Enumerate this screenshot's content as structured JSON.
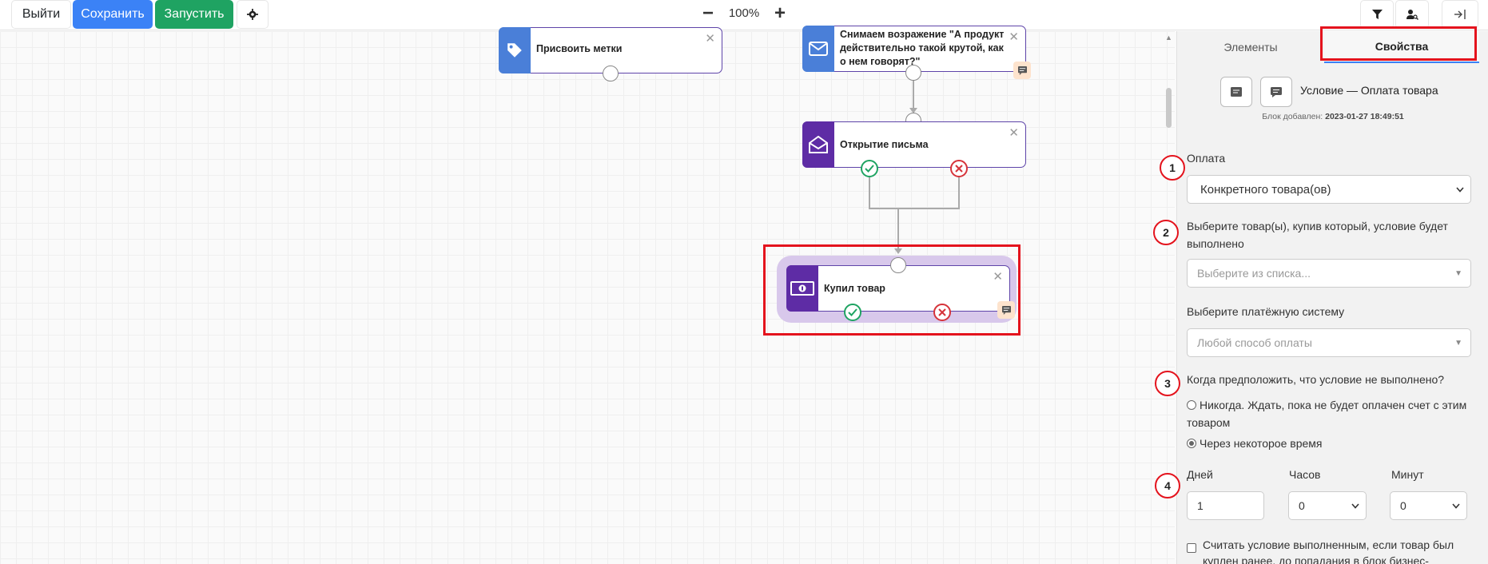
{
  "toolbar": {
    "exit_label": "Выйти",
    "save_label": "Сохранить",
    "run_label": "Запустить",
    "zoom": "100%"
  },
  "canvas": {
    "nodes": [
      {
        "title": "Присвоить метки",
        "icon": "tag-icon"
      },
      {
        "title": "Снимаем возражение \"А продукт действительно такой крутой, как о нем говорят?\"",
        "icon": "envelope-icon"
      },
      {
        "title": "Открытие письма",
        "icon": "envelope-open-icon"
      },
      {
        "title": "Купил товар",
        "icon": "money-icon"
      }
    ]
  },
  "panel": {
    "tabs": {
      "elements": "Элементы",
      "properties": "Свойства"
    },
    "block_title": "Условие — Оплата товара",
    "block_added_prefix": "Блок добавлен:",
    "block_added_date": "2023-01-27 18:49:51",
    "payment_label": "Оплата",
    "payment_value": "Конкретного товара(ов)",
    "products_label": "Выберите товар(ы), купив который, условие будет выполнено",
    "products_placeholder": "Выберите из списка...",
    "paysystem_label": "Выберите платёжную систему",
    "paysystem_placeholder": "Любой способ оплаты",
    "when_label": "Когда предположить, что условие не выполнено?",
    "radio_never": "Никогда. Ждать, пока не будет оплачен счет с этим товаром",
    "radio_after": "Через некоторое время",
    "days_label": "Дней",
    "hours_label": "Часов",
    "minutes_label": "Минут",
    "days_value": "1",
    "hours_value": "0",
    "minutes_value": "0",
    "checkbox_text": "Считать условие выполненным, если товар был куплен ранее, до попадания в блок бизнес-"
  },
  "markers": [
    "1",
    "2",
    "3",
    "4"
  ],
  "colors": {
    "primary": "#3b82f6",
    "success": "#1fa362",
    "node_purple": "#5e44a9",
    "highlight": "#e4131d"
  }
}
